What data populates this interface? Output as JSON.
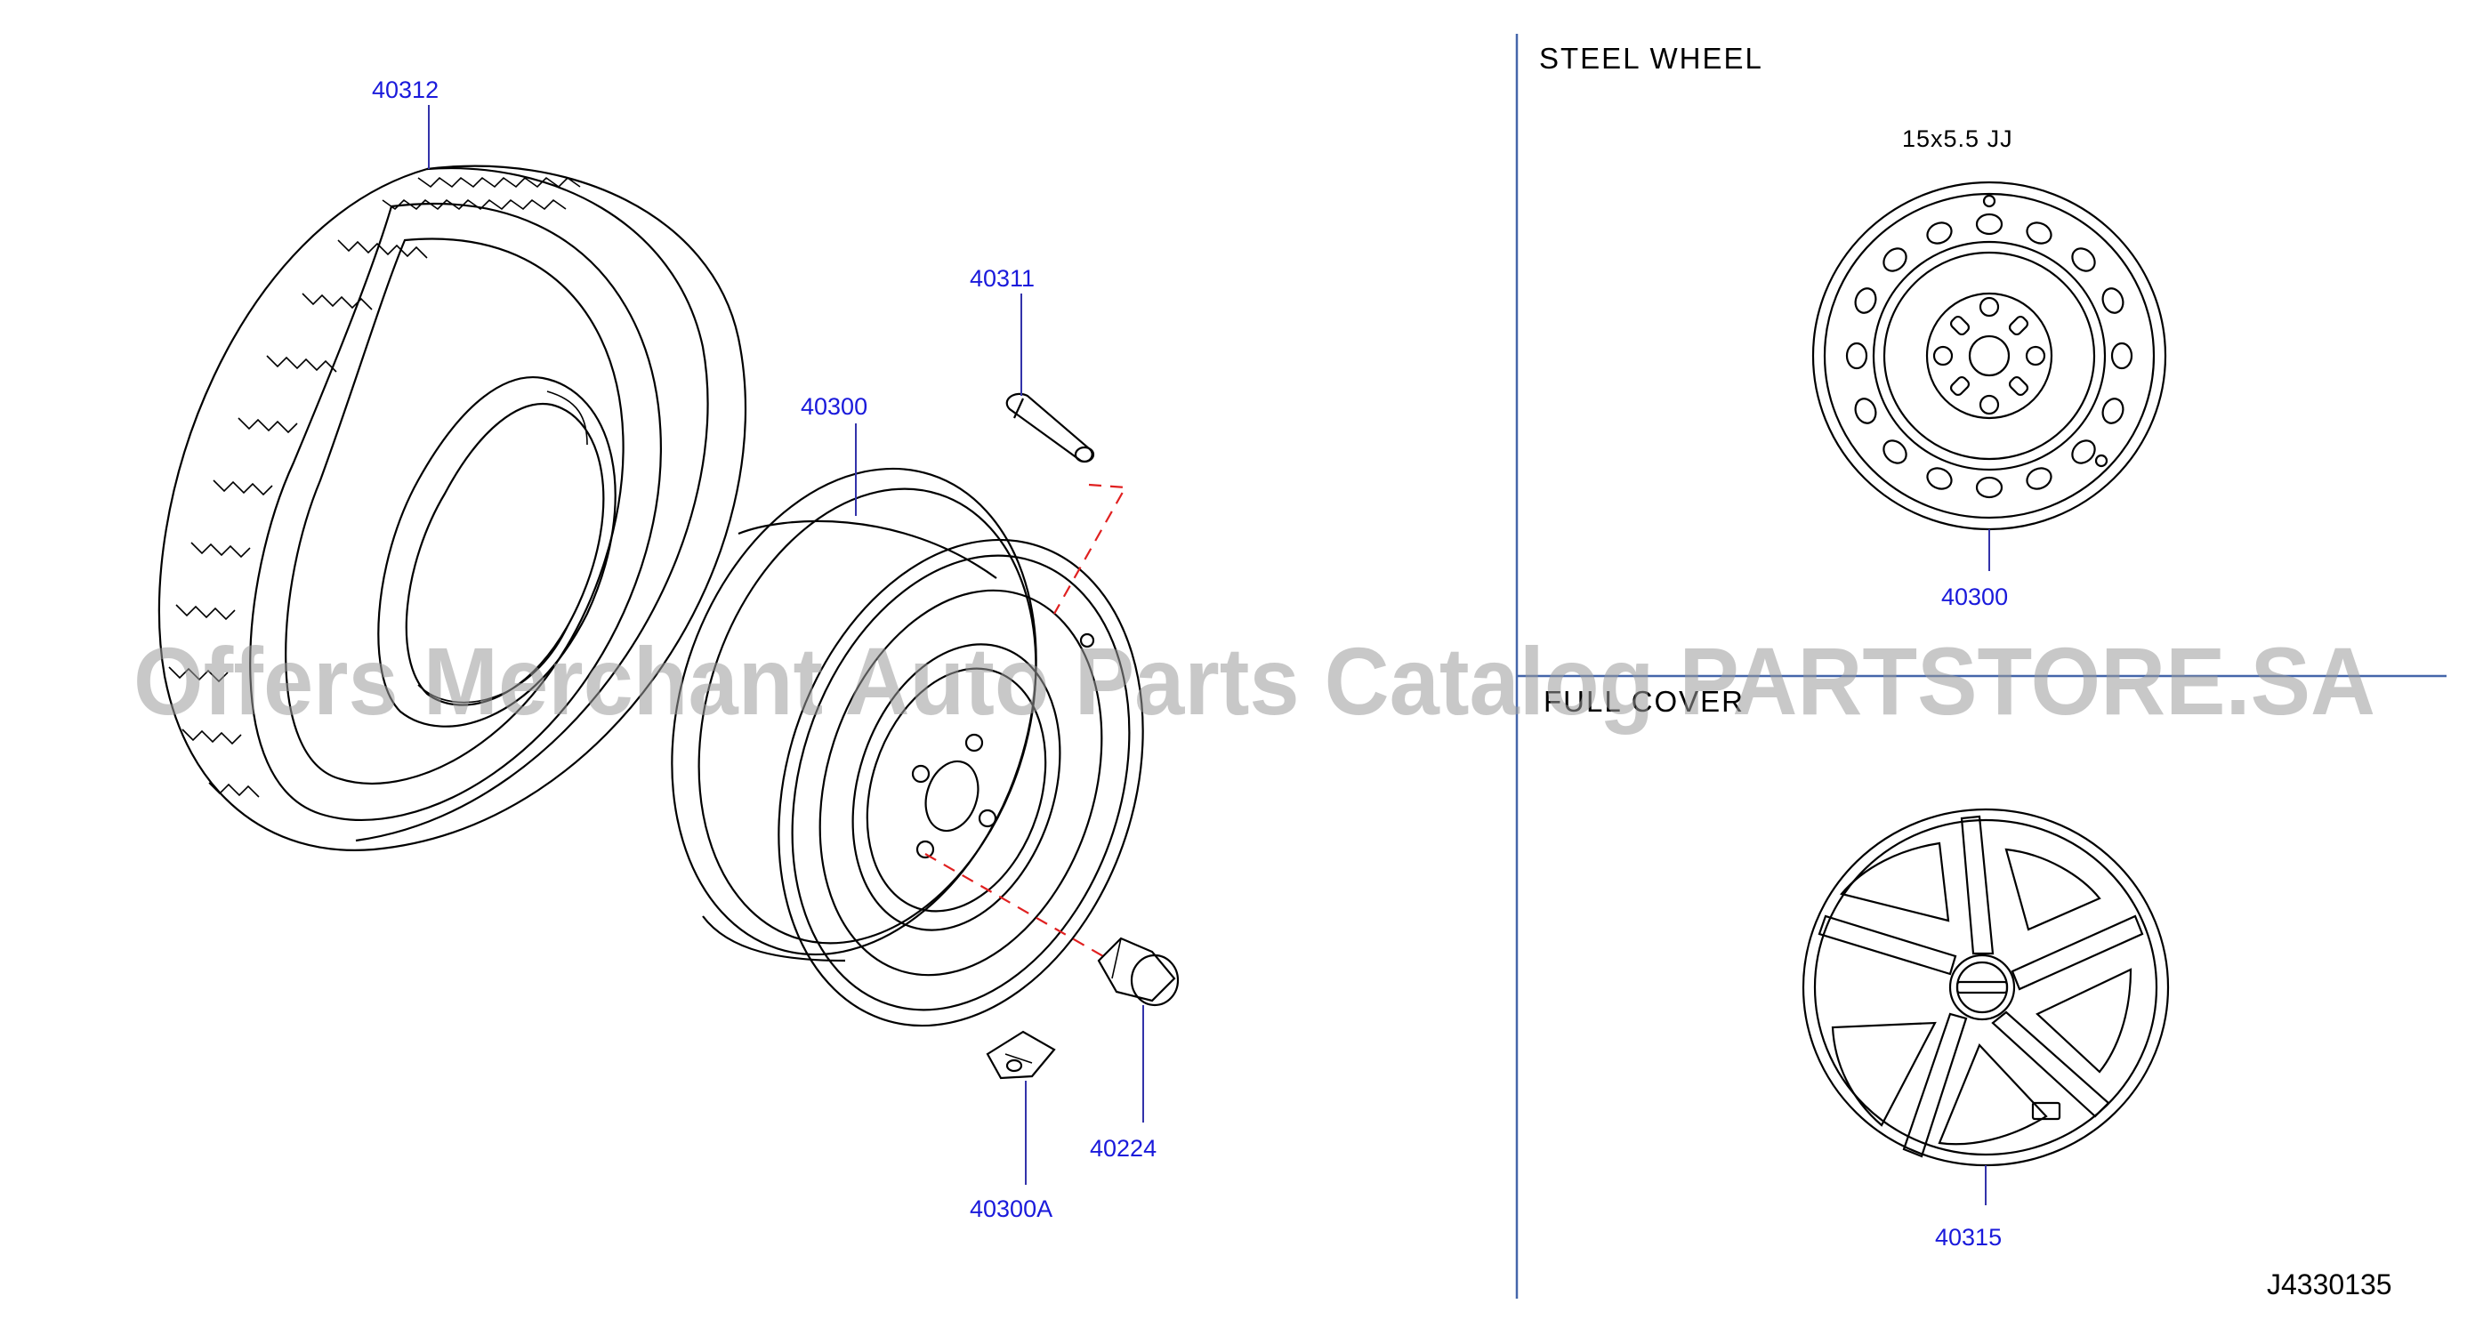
{
  "headings": {
    "steel_wheel": "STEEL   WHEEL",
    "full_cover": "FULL  COVER",
    "wheel_size": "15x5.5   JJ"
  },
  "callouts": {
    "tire": "40312",
    "valve": "40311",
    "wheel": "40300",
    "nut": "40224",
    "weight": "40300A",
    "steel_wheel_ref": "40300",
    "wheel_cover": "40315"
  },
  "diagram_code": "J4330135",
  "watermark": "Offers Merchant Auto Parts Catalog PARTSTORE.SA",
  "colors": {
    "callout": "#1a1adb",
    "leader": "#3333aa",
    "divider": "#4466aa",
    "dashed_guide": "#e02020",
    "watermark": "#9a9a9a"
  }
}
